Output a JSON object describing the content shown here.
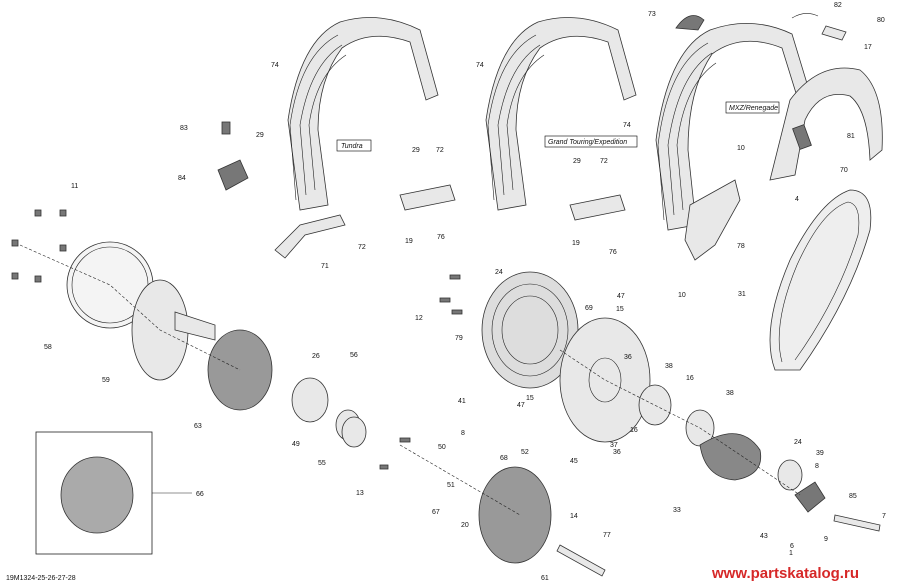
{
  "diagram": {
    "watermark": "www.partskatalog.ru",
    "drawing_code": "19M1324-25-26-27-28",
    "variant_labels": [
      "Tundra",
      "Grand Touring/Expedition",
      "MXZ/Renegade"
    ],
    "callouts": [
      "1",
      "4",
      "6",
      "7",
      "8",
      "9",
      "10",
      "11",
      "12",
      "13",
      "14",
      "15",
      "16",
      "17",
      "19",
      "20",
      "24",
      "26",
      "29",
      "31",
      "33",
      "36",
      "37",
      "38",
      "39",
      "41",
      "43",
      "45",
      "47",
      "49",
      "50",
      "51",
      "52",
      "55",
      "56",
      "58",
      "59",
      "61",
      "63",
      "66",
      "67",
      "68",
      "69",
      "70",
      "71",
      "72",
      "73",
      "74",
      "76",
      "77",
      "78",
      "79",
      "80",
      "81",
      "82",
      "83",
      "84",
      "85"
    ]
  }
}
